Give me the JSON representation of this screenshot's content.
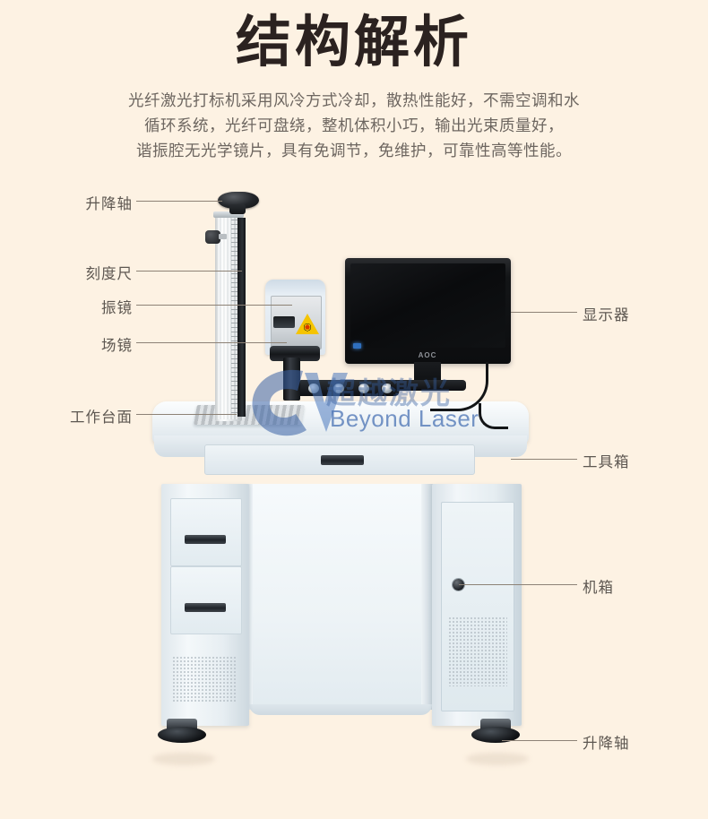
{
  "page": {
    "background_color": "#fdf2e3",
    "title": "结构解析",
    "description_lines": [
      "光纤激光打标机采用风冷方式冷却，散热性能好，不需空调和水",
      "循环系统，光纤可盘绕，整机体积小巧，输出光束质量好，",
      "谐振腔无光学镜片，具有免调节，免维护，可靠性高等性能。"
    ],
    "title_color": "#2b2220",
    "description_color": "#6d6660"
  },
  "callouts": {
    "left": [
      {
        "label": "升降轴"
      },
      {
        "label": "刻度尺"
      },
      {
        "label": "振镜"
      },
      {
        "label": "场镜"
      },
      {
        "label": "工作台面"
      }
    ],
    "right": [
      {
        "label": "显示器"
      },
      {
        "label": "工具箱"
      },
      {
        "label": "机箱"
      },
      {
        "label": "升降轴"
      }
    ],
    "line_color": "#8d8276",
    "label_color": "#5d5751"
  },
  "product": {
    "monitor_brand": "AOC",
    "warning_icon": "laser-radiation-warning"
  },
  "watermark": {
    "logo_text": "CV",
    "chinese": "超越激光",
    "english": "Beyond Laser",
    "color": "#3e6aaf"
  }
}
